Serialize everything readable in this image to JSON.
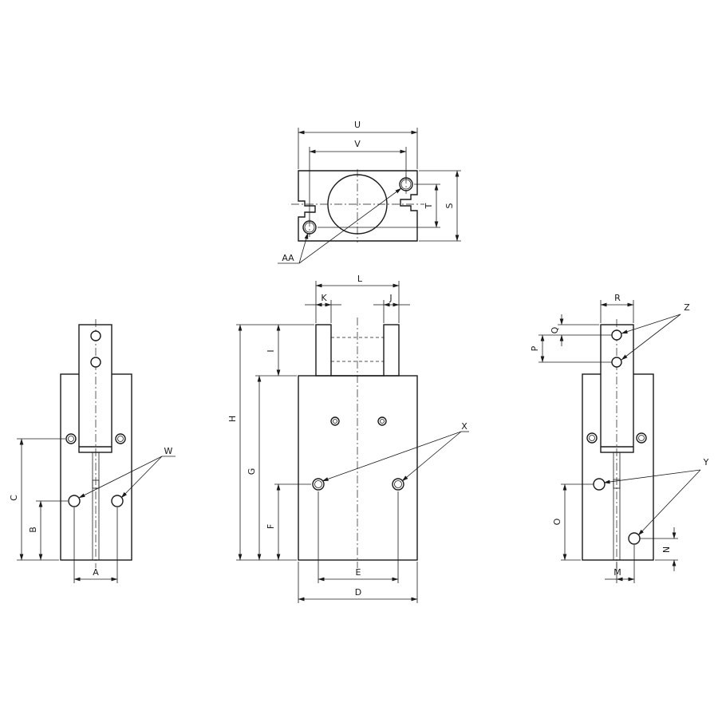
{
  "labels": {
    "U": "U",
    "V": "V",
    "S": "S",
    "T": "T",
    "AA": "AA",
    "L": "L",
    "K": "K",
    "J": "J",
    "I": "I",
    "H": "H",
    "G": "G",
    "F": "F",
    "E": "E",
    "D": "D",
    "X": "X",
    "C": "C",
    "B": "B",
    "A": "A",
    "W": "W",
    "R": "R",
    "Q": "Q",
    "P": "P",
    "Z": "Z",
    "O": "O",
    "N": "N",
    "M": "M",
    "Y": "Y"
  }
}
